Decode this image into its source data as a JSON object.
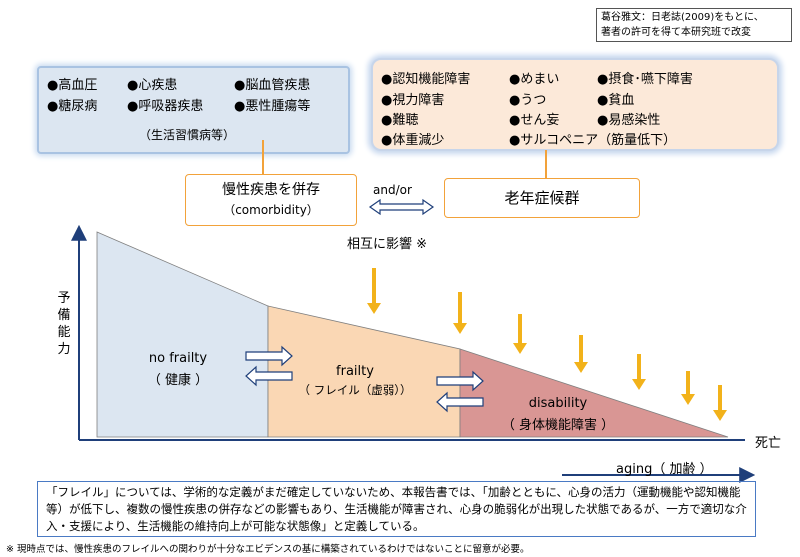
{
  "source_note": {
    "line1": "葛谷雅文：日老誌(2009)をもとに、",
    "line2": "著者の許可を得て本研究班で改変"
  },
  "lifestyle_diseases": {
    "items": [
      "●高血圧",
      "●心疾患",
      "●脳血管疾患",
      "●糖尿病",
      "●呼吸器疾患",
      "●悪性腫瘍等"
    ],
    "caption": "（生活習慣病等）"
  },
  "geriatric_symptoms": {
    "items": [
      "●認知機能障害",
      "●めまい",
      "●摂食･嚥下障害",
      "●視力障害",
      "●うつ",
      "●貧血",
      "●難聴",
      "●せん妄",
      "●易感染性",
      "●体重減少",
      "●サルコペニア（筋量低下）"
    ]
  },
  "comorbidity": {
    "label": "慢性疾患を併存",
    "sub": "（comorbidity）"
  },
  "and_or": "and/or",
  "geriatric_syndrome": "老年症候群",
  "mutual_influence": "相互に影響 ※",
  "y_axis_label": [
    "予",
    "備",
    "能",
    "力"
  ],
  "stages": {
    "no_frailty": {
      "label": "no frailty",
      "sub": "（ 健康 ）"
    },
    "frailty": {
      "label": "frailty",
      "sub": "（ フレイル（虚弱））"
    },
    "disability": {
      "label": "disability",
      "sub": "（ 身体機能障害 ）"
    }
  },
  "death_label": "死亡",
  "x_axis_label": "aging（ 加齢 ）",
  "description": "「フレイル」については、学術的な定義がまだ確定していないため、本報告書では、「加齢とともに、心身の活力（運動機能や認知機能等）が低下し、複数の慢性疾患の併存などの影響もあり、生活機能が障害され、心身の脆弱化が出現した状態であるが、一方で適切な介入・支援により、生活機能の維持向上が可能な状態像」と定義している。",
  "footnote": "※ 現時点では、慢性疾患のフレイルへの関わりが十分なエビデンスの基に構築されているわけではないことに留意が必要。",
  "colors": {
    "no_frailty": "#dce6f1",
    "frailty": "#fad7b4",
    "disability": "#d99694",
    "arrow": "#f2b21a",
    "axis": "#1f3f7a"
  }
}
